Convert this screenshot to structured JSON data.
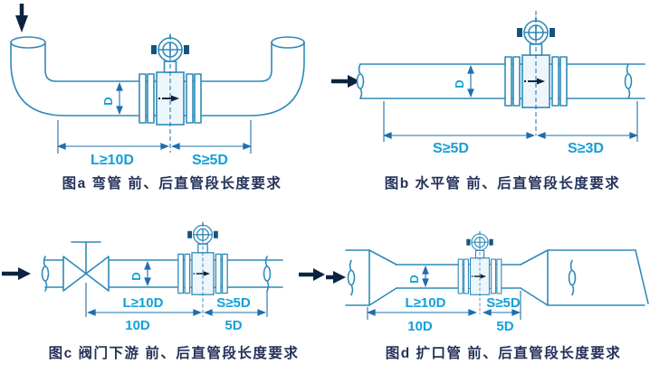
{
  "colors": {
    "line": "#2e8ab8",
    "dim": "#1d6fae",
    "dim_text": "#149fd6",
    "caption_text": "#243259",
    "dark_arrow": "#0a2440",
    "body_fill": "#edf6fb",
    "lug": "#15537f",
    "background": "#ffffff"
  },
  "diagrams": [
    {
      "figure": "a",
      "subject": "弯管",
      "caption": "图a 弯管  前、后直管段长度要求",
      "labels": {
        "left": "L≥10D",
        "right": "S≥5D",
        "diameter": "D"
      }
    },
    {
      "figure": "b",
      "subject": "水平管",
      "caption": "图b 水平管 前、后直管段长度要求",
      "labels": {
        "left": "S≥5D",
        "right": "S≥3D",
        "diameter": "D"
      }
    },
    {
      "figure": "c",
      "subject": "阀门下游",
      "caption": "图c 阀门下游   前、后直管段长度要求",
      "labels": {
        "left": "L≥10D",
        "right": "S≥5D",
        "left_below": "10D",
        "right_below": "5D",
        "diameter": "D"
      }
    },
    {
      "figure": "d",
      "subject": "扩口管",
      "caption": "图d 扩口管  前、后直管段长度要求",
      "labels": {
        "left": "L≥10D",
        "right": "S≥5D",
        "left_below": "10D",
        "right_below": "5D",
        "diameter": "D"
      }
    }
  ]
}
